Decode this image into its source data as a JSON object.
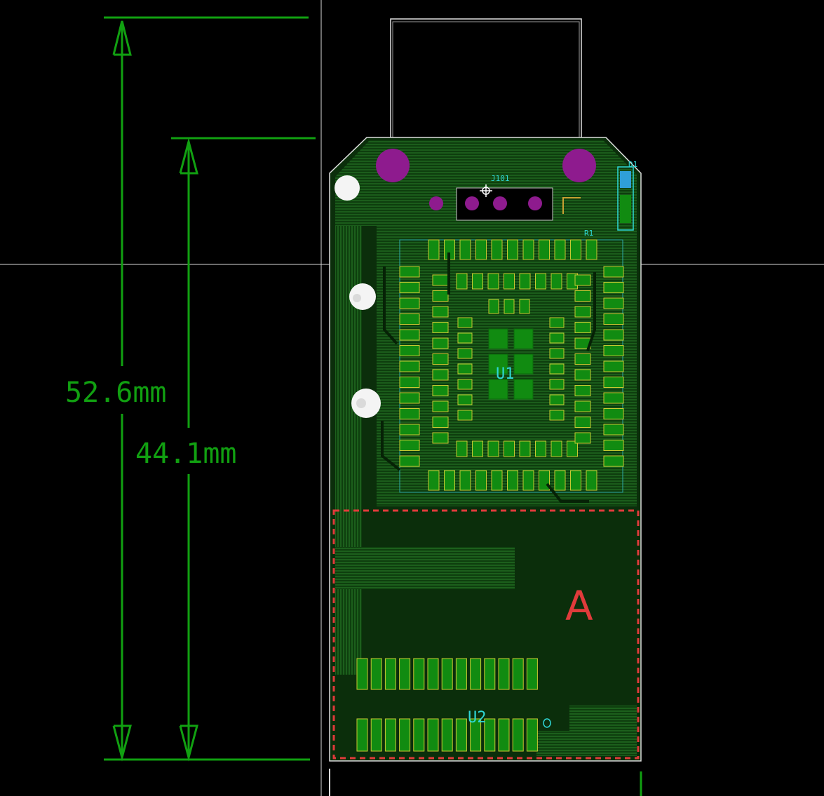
{
  "dimensions": {
    "outer": "52.6mm",
    "inner": "44.1mm"
  },
  "refs": {
    "connector": "J101",
    "main_ic": "U1",
    "module": "U2",
    "regulator": "R1",
    "side_part": "D1"
  },
  "zone": {
    "label": "A"
  },
  "colors": {
    "background": "#000000",
    "dimension": "#11a011",
    "copper": "#1f6e1f",
    "copper_pad": "#118b11",
    "pad_outline": "#c8c832",
    "via": "#8e1b8e",
    "silk": "#ffffff",
    "ref_text": "#2fd7d7",
    "keepout": "#e03b3b"
  }
}
